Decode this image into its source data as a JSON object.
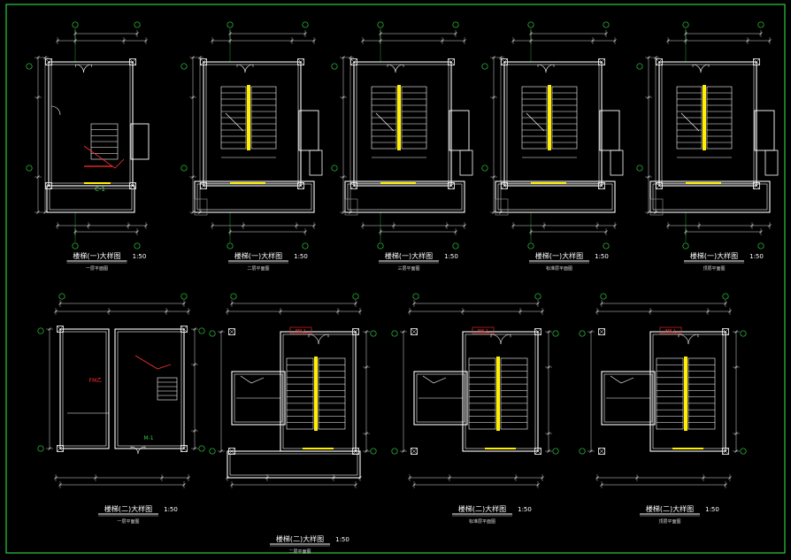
{
  "colors": {
    "background": "#000000",
    "frame": "#2ecc40",
    "wall": "#ffffff",
    "dim": "#dcdcdc",
    "axis": "#2ecc40",
    "stair": "#ffffff",
    "landing": "#ffee00",
    "annotation": "#ff3030",
    "hatch": "#9a9a9a"
  },
  "top_row": [
    {
      "title": "楼梯(一)大样图",
      "scale": "1:50",
      "sub": "一层平面图"
    },
    {
      "title": "楼梯(一)大样图",
      "scale": "1:50",
      "sub": "二层平面图"
    },
    {
      "title": "楼梯(一)大样图",
      "scale": "1:50",
      "sub": "三层平面图"
    },
    {
      "title": "楼梯(一)大样图",
      "scale": "1:50",
      "sub": "标准层平面图"
    },
    {
      "title": "楼梯(一)大样图",
      "scale": "1:50",
      "sub": "顶层平面图"
    }
  ],
  "bottom_row": [
    {
      "title": "楼梯(二)大样图",
      "scale": "1:50",
      "sub": "一层平面图"
    },
    {
      "title": "楼梯(二)大样图",
      "scale": "1:50",
      "sub": "二层平面图"
    },
    {
      "title": "楼梯(二)大样图",
      "scale": "1:50",
      "sub": "标准层平面图"
    },
    {
      "title": "楼梯(二)大样图",
      "scale": "1:50",
      "sub": "顶层平面图"
    }
  ],
  "labels": {
    "door_tag_a": "FM-1",
    "door_tag_b": "FM乙",
    "window_tag": "C-1",
    "room_m": "M-1"
  }
}
